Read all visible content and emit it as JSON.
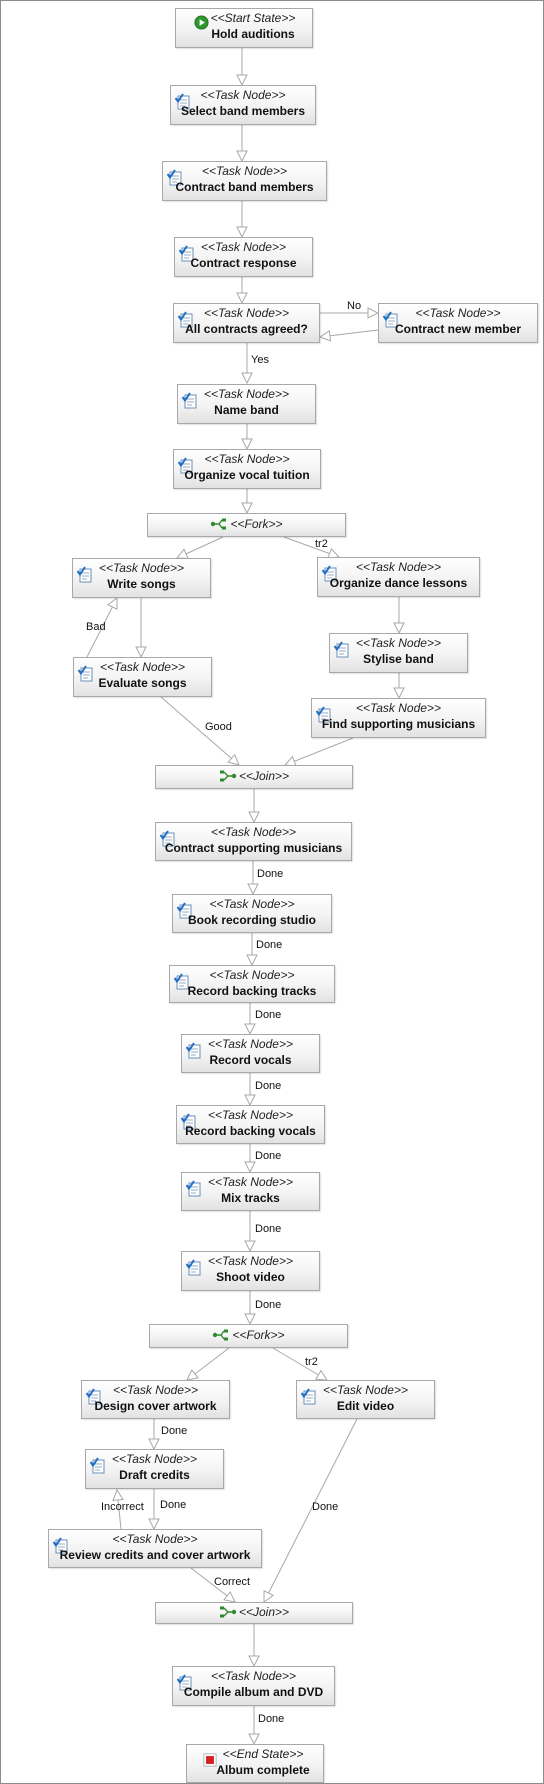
{
  "nodes": {
    "hold_auditions": {
      "stereo": "<<Start State>>",
      "name": "Hold auditions"
    },
    "select_band_members": {
      "stereo": "<<Task Node>>",
      "name": "Select band members"
    },
    "contract_band_members": {
      "stereo": "<<Task Node>>",
      "name": "Contract band members"
    },
    "contract_response": {
      "stereo": "<<Task Node>>",
      "name": "Contract response"
    },
    "all_contracts_agreed": {
      "stereo": "<<Task Node>>",
      "name": "All contracts agreed?"
    },
    "contract_new_member": {
      "stereo": "<<Task Node>>",
      "name": "Contract new member"
    },
    "name_band": {
      "stereo": "<<Task Node>>",
      "name": "Name band"
    },
    "organize_vocal_tuition": {
      "stereo": "<<Task Node>>",
      "name": "Organize vocal tuition"
    },
    "fork1": {
      "stereo": "<<Fork>>"
    },
    "write_songs": {
      "stereo": "<<Task Node>>",
      "name": "Write songs"
    },
    "organize_dance_lessons": {
      "stereo": "<<Task Node>>",
      "name": "Organize dance lessons"
    },
    "evaluate_songs": {
      "stereo": "<<Task Node>>",
      "name": "Evaluate songs"
    },
    "stylise_band": {
      "stereo": "<<Task Node>>",
      "name": "Stylise band"
    },
    "find_supporting_musicians": {
      "stereo": "<<Task Node>>",
      "name": "Find supporting musicians"
    },
    "join1": {
      "stereo": "<<Join>>"
    },
    "contract_supporting_musicians": {
      "stereo": "<<Task Node>>",
      "name": "Contract supporting musicians"
    },
    "book_recording_studio": {
      "stereo": "<<Task Node>>",
      "name": "Book recording studio"
    },
    "record_backing_tracks": {
      "stereo": "<<Task Node>>",
      "name": "Record backing tracks"
    },
    "record_vocals": {
      "stereo": "<<Task Node>>",
      "name": "Record vocals"
    },
    "record_backing_vocals": {
      "stereo": "<<Task Node>>",
      "name": "Record backing vocals"
    },
    "mix_tracks": {
      "stereo": "<<Task Node>>",
      "name": "Mix tracks"
    },
    "shoot_video": {
      "stereo": "<<Task Node>>",
      "name": "Shoot video"
    },
    "fork2": {
      "stereo": "<<Fork>>"
    },
    "design_cover_artwork": {
      "stereo": "<<Task Node>>",
      "name": "Design cover artwork"
    },
    "edit_video": {
      "stereo": "<<Task Node>>",
      "name": "Edit video"
    },
    "draft_credits": {
      "stereo": "<<Task Node>>",
      "name": "Draft credits"
    },
    "review_credits": {
      "stereo": "<<Task Node>>",
      "name": "Review credits and cover artwork"
    },
    "join2": {
      "stereo": "<<Join>>"
    },
    "compile_album": {
      "stereo": "<<Task Node>>",
      "name": "Compile album and DVD"
    },
    "album_complete": {
      "stereo": "<<End State>>",
      "name": "Album complete"
    }
  },
  "edge_labels": {
    "no": "No",
    "yes": "Yes",
    "tr2_a": "tr2",
    "bad": "Bad",
    "good": "Good",
    "done_1": "Done",
    "done_2": "Done",
    "done_3": "Done",
    "done_4": "Done",
    "done_5": "Done",
    "done_6": "Done",
    "done_7": "Done",
    "tr2_b": "tr2",
    "done_8": "Done",
    "incorrect": "Incorrect",
    "done_9": "Done",
    "done_10": "Done",
    "correct": "Correct",
    "done_11": "Done"
  },
  "colors": {
    "edge": "#a8a8a8",
    "task_icon": "#1f6fc5",
    "start_icon": "#2e9a2e",
    "end_icon": "#d42020",
    "bar_icon": "#2f8a2f"
  },
  "icons": {
    "task": "task-node-icon",
    "start": "start-state-icon",
    "end": "end-state-icon",
    "fork": "fork-icon",
    "join": "join-icon"
  }
}
